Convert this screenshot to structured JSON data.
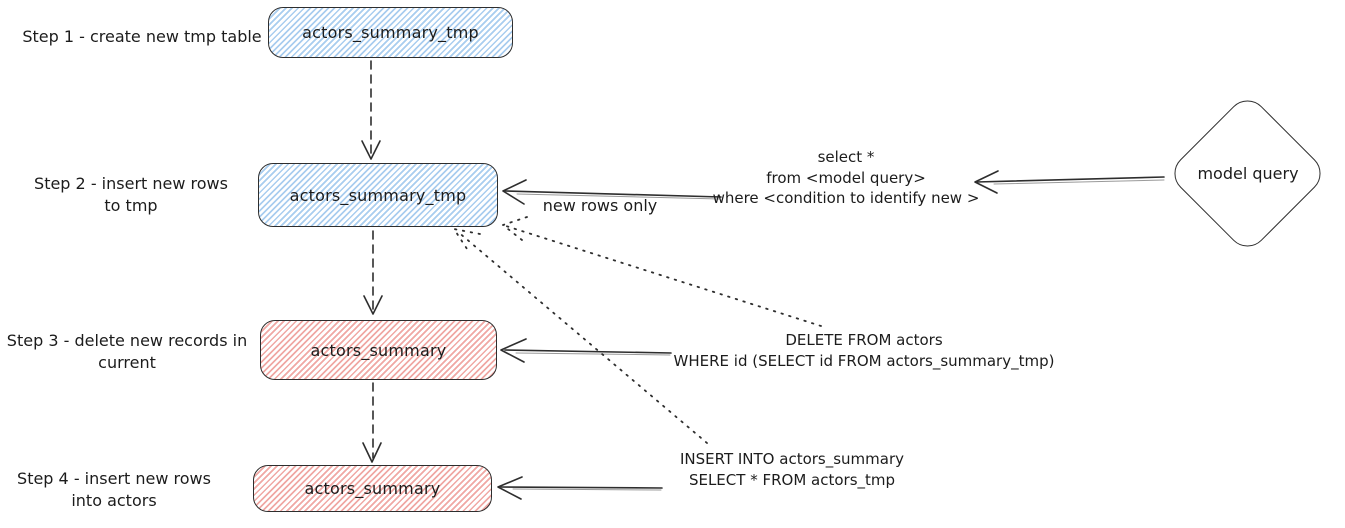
{
  "steps": [
    {
      "label": [
        "Step 1 - create new tmp table"
      ],
      "node": "actors_summary_tmp"
    },
    {
      "label": [
        "Step 2 - insert new rows",
        "to tmp"
      ],
      "node": "actors_summary_tmp"
    },
    {
      "label": [
        "Step 3 - delete new records in",
        "current"
      ],
      "node": "actors_summary"
    },
    {
      "label": [
        "Step 4 - insert new rows",
        "into actors"
      ],
      "node": "actors_summary"
    }
  ],
  "model_query": {
    "label": "model query"
  },
  "queries": {
    "select": [
      "select *",
      "from <model query>",
      "where <condition to identify new >"
    ],
    "delete": [
      "DELETE FROM actors",
      "WHERE id (SELECT id FROM actors_summary_tmp)"
    ],
    "insert": [
      "INSERT INTO actors_summary",
      "SELECT * FROM actors_tmp"
    ]
  },
  "edge_labels": {
    "new_rows_only": "new rows only"
  },
  "colors": {
    "node_blue_hatch": "#a9cdef",
    "node_red_hatch": "#f0a8a4",
    "stroke": "#2e2e2e"
  }
}
